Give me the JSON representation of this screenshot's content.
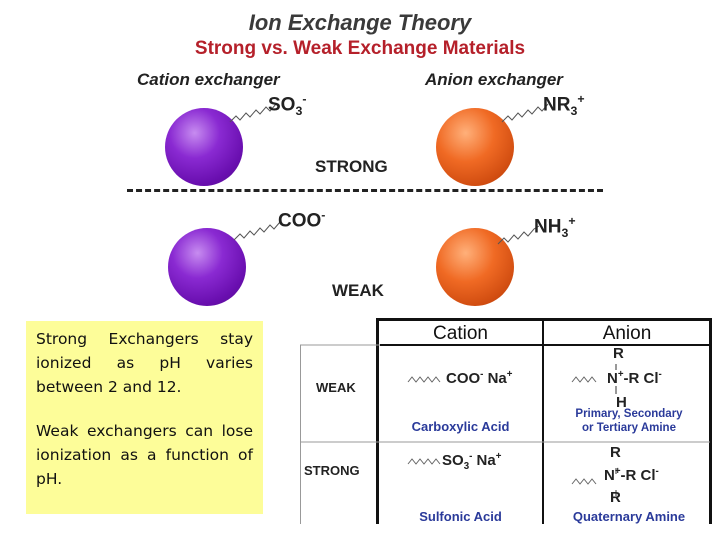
{
  "header": {
    "title": "Ion Exchange Theory",
    "subtitle": "Strong vs. Weak Exchange Materials"
  },
  "diagram": {
    "cation_label": "Cation exchanger",
    "anion_label": "Anion exchanger",
    "strong_cation_group": "SO",
    "strong_cation_sub": "3",
    "strong_cation_sup": "-",
    "strong_anion_group": "NR",
    "strong_anion_sub": "3",
    "strong_anion_sup": "+",
    "strong_label": "STRONG",
    "weak_cation_group": "COO",
    "weak_cation_sup": "-",
    "weak_anion_group": "NH",
    "weak_anion_sub": "3",
    "weak_anion_sup": "+",
    "weak_label": "WEAK"
  },
  "note": {
    "p1": "Strong Exchangers stay ionized as pH varies between 2 and 12.",
    "p2": "Weak exchangers can lose ionization as a function of pH."
  },
  "table": {
    "col_cation": "Cation",
    "col_anion": "Anion",
    "row_weak": "WEAK",
    "row_strong": "STRONG",
    "weak_cation_formula": "COO",
    "weak_cation_sup": "-",
    "weak_cation_na": "Na",
    "weak_cation_na_sup": "+",
    "weak_cation_name": "Carboxylic Acid",
    "weak_anion_r_top": "R",
    "weak_anion_n": "N",
    "weak_anion_n_sup": "+",
    "weak_anion_rest": "-R  Cl",
    "weak_anion_cl_sup": "-",
    "weak_anion_h": "H",
    "weak_anion_name_1": "Primary, Secondary",
    "weak_anion_name_2": "or Tertiary Amine",
    "strong_cation_formula": "SO",
    "strong_cation_sub": "3",
    "strong_cation_sup": "-",
    "strong_cation_na": "Na",
    "strong_cation_na_sup": "+",
    "strong_cation_name": "Sulfonic Acid",
    "strong_anion_r_top": "R",
    "strong_anion_n": "N",
    "strong_anion_n_sup": "+",
    "strong_anion_rest": "-R Cl",
    "strong_anion_cl_sup": "-",
    "strong_anion_r_bottom": "R",
    "strong_anion_name": "Quaternary Amine"
  }
}
